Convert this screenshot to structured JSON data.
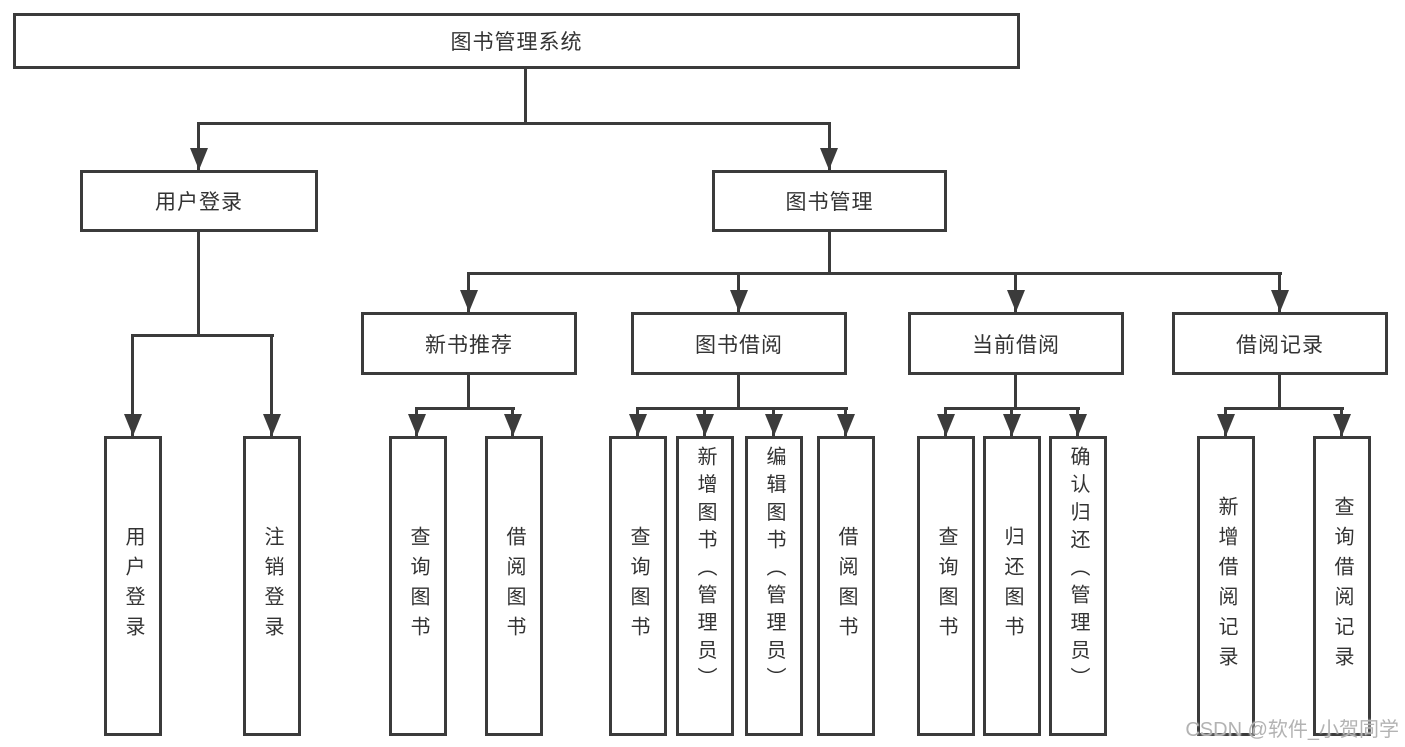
{
  "diagram_title": "图书管理系统",
  "nodes": {
    "root": {
      "label": "图书管理系统"
    },
    "user_login": {
      "label": "用户登录"
    },
    "book_management": {
      "label": "图书管理"
    },
    "new_book_recommend": {
      "label": "新书推荐"
    },
    "book_borrow": {
      "label": "图书借阅"
    },
    "current_borrow": {
      "label": "当前借阅"
    },
    "borrow_records": {
      "label": "借阅记录"
    },
    "leaf_user_login": {
      "label": "用户登录"
    },
    "leaf_logout": {
      "label": "注销登录"
    },
    "leaf_rec_query_book": {
      "label": "查询图书"
    },
    "leaf_rec_borrow_book": {
      "label": "借阅图书"
    },
    "leaf_bb_query_book": {
      "label": "查询图书"
    },
    "leaf_bb_add_book": {
      "label": "新增图书（管理员）"
    },
    "leaf_bb_edit_book": {
      "label": "编辑图书（管理员）"
    },
    "leaf_bb_borrow_book": {
      "label": "借阅图书"
    },
    "leaf_cb_query_book": {
      "label": "查询图书"
    },
    "leaf_cb_return_book": {
      "label": "归还图书"
    },
    "leaf_cb_confirm_return": {
      "label": "确认归还（管理员）"
    },
    "leaf_br_add_record": {
      "label": "新增借阅记录"
    },
    "leaf_br_query_record": {
      "label": "查询借阅记录"
    }
  },
  "watermark": "CSDN @软件_小贺同学",
  "colors": {
    "line": "#3b3b3b",
    "text": "#333333",
    "watermark": "#b3b3b3",
    "background": "#ffffff"
  }
}
